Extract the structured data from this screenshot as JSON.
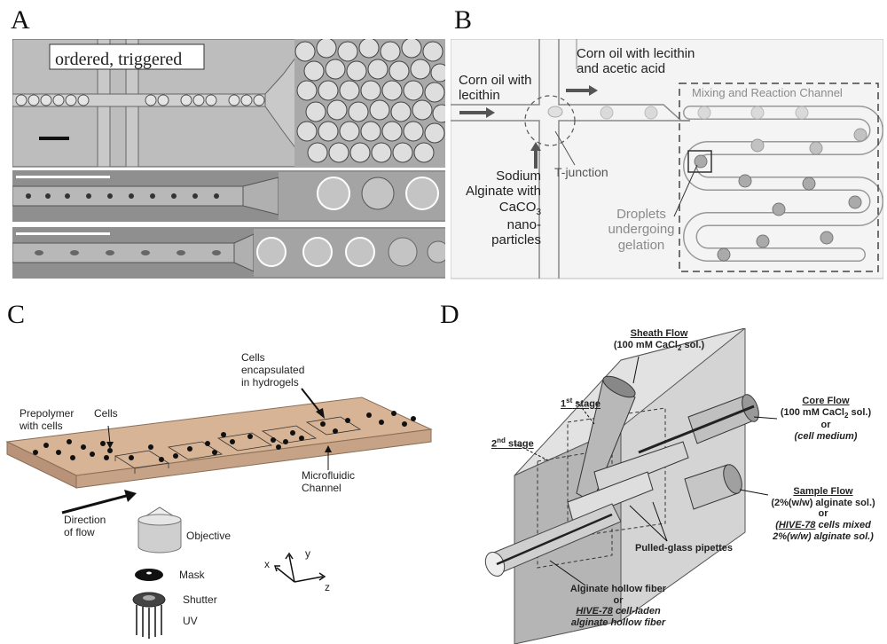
{
  "panels": {
    "a": {
      "letter": "A",
      "label": "ordered, triggered"
    },
    "b": {
      "letter": "B",
      "inlet_left": [
        "Corn oil with",
        "lecithin"
      ],
      "inlet_top": [
        "Corn oil with lecithin",
        "and acetic acid"
      ],
      "channel_label": "Mixing and Reaction Channel",
      "inlet_bottom": [
        "Sodium",
        "Alginate with",
        "CaCO",
        "3",
        "nano-particles"
      ],
      "junction_label": "T-junction",
      "droplets_label": [
        "Droplets",
        "undergoing",
        "gelation"
      ]
    },
    "c": {
      "letter": "C",
      "cells_encapsulated": [
        "Cells",
        "encapsulated",
        "in hydrogels"
      ],
      "prepolymer": [
        "Prepolymer",
        "with cells"
      ],
      "cells": "Cells",
      "microfluidic": [
        "Microfluidic",
        "Channel"
      ],
      "direction": [
        "Direction",
        "of flow"
      ],
      "objective": "Objective",
      "mask": "Mask",
      "shutter": "Shutter",
      "uv": "UV",
      "axes": {
        "x": "x",
        "y": "y",
        "z": "z"
      }
    },
    "d": {
      "letter": "D",
      "sheath_title": "Sheath Flow",
      "sheath_sub": "(100 mM CaCl",
      "sheath_sub_tail": " sol.)",
      "stage1": "1",
      "stage1_sup": "st",
      "stage1_tail": " stage",
      "stage2": "2",
      "stage2_sup": "nd",
      "stage2_tail": " stage",
      "core_title": "Core Flow",
      "core_sub": "(100 mM CaCl",
      "core_sub_tail": " sol.)",
      "core_or": "or",
      "core_alt": "(cell medium)",
      "sample_title": "Sample Flow",
      "sample_sub": "(2%(w/w) alginate sol.)",
      "sample_or": "or",
      "sample_alt1_a": "(HIVE-78",
      "sample_alt1_b": " cells mixed",
      "sample_alt2": "2%(w/w) alginate sol.)",
      "pipettes": "Pulled-glass pipettes",
      "fiber1": "Alginate hollow fiber",
      "fiber_or": "or",
      "fiber_alt1_a": "HIVE-78",
      "fiber_alt1_b": " cell-laden",
      "fiber_alt2": "alginate hollow fiber",
      "sub2": "2"
    }
  }
}
